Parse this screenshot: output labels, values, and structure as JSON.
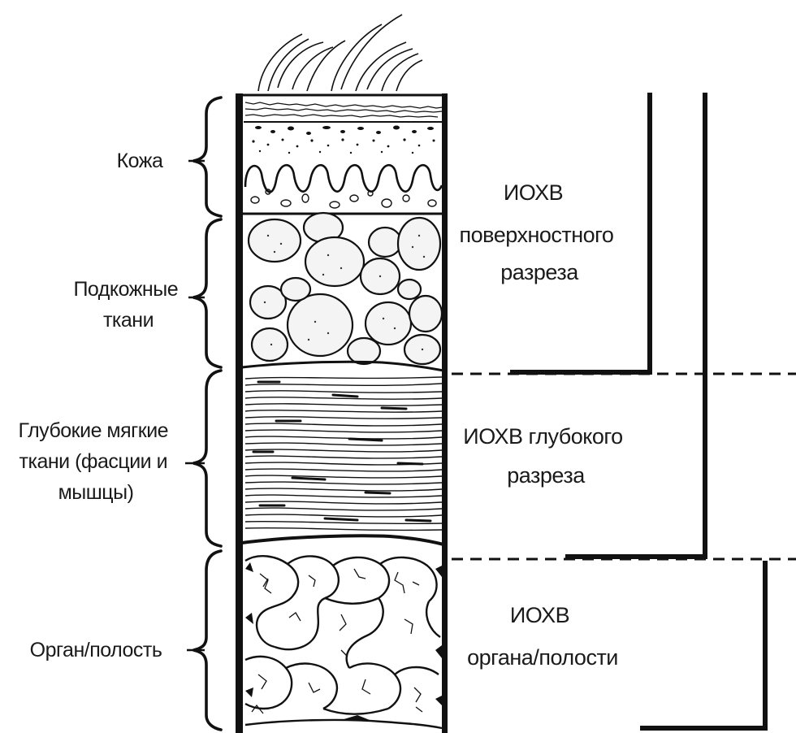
{
  "layers": [
    {
      "id": "skin",
      "lines": [
        "Кожа"
      ]
    },
    {
      "id": "subcutaneous",
      "lines": [
        "Подкожные",
        "ткани"
      ]
    },
    {
      "id": "deep",
      "lines": [
        "Глубокие мягкие",
        "ткани (фасции и",
        "мышцы)"
      ]
    },
    {
      "id": "organ",
      "lines": [
        "Орган/полость"
      ]
    }
  ],
  "zones": [
    {
      "id": "superficial",
      "lines": [
        "ИОХВ",
        "поверхностного",
        "разреза"
      ]
    },
    {
      "id": "deep",
      "lines": [
        "ИОХВ глубокого",
        "разреза"
      ]
    },
    {
      "id": "organ",
      "lines": [
        "ИОХВ",
        "органа/полости"
      ]
    }
  ],
  "colors": {
    "ink": "#111111",
    "background": "#ffffff"
  }
}
